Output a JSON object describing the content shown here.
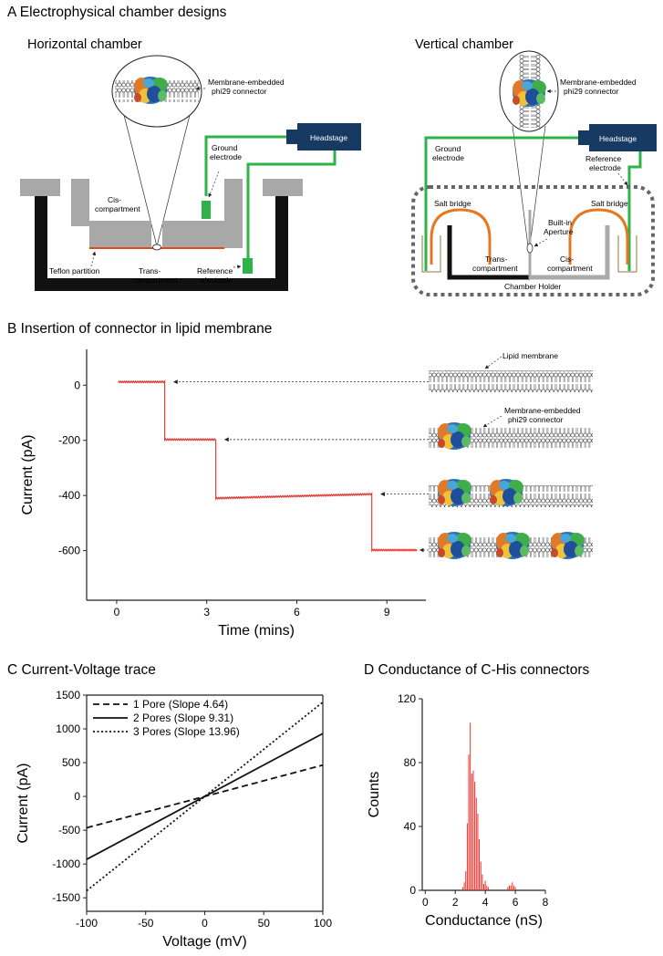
{
  "panelA": {
    "title": "A Electrophysical chamber designs",
    "horizontal": {
      "subtitle": "Horizontal chamber",
      "labels": {
        "membrane": [
          "Membrane-embedded",
          "phi29 connector"
        ],
        "headstage": "Headstage",
        "ground": [
          "Ground",
          "electrode"
        ],
        "cis": [
          "Cis-",
          "compartment"
        ],
        "teflon": "Teflon partition",
        "trans": [
          "Trans-",
          "compartment"
        ],
        "reference": [
          "Reference",
          "electrode"
        ]
      }
    },
    "vertical": {
      "subtitle": "Vertical chamber",
      "labels": {
        "membrane": [
          "Membrane-embedded",
          "phi29 connector"
        ],
        "headstage": "Headstage",
        "ground": [
          "Ground",
          "electrode"
        ],
        "reference": [
          "Reference",
          "electrode"
        ],
        "saltbridge_left": "Salt bridge",
        "saltbridge_right": "Salt bridge",
        "aperture": [
          "Built-in",
          "Aperture"
        ],
        "trans": [
          "Trans-",
          "compartment"
        ],
        "cis": [
          "Cis-",
          "compartment"
        ],
        "holder": "Chamber Holder"
      }
    },
    "colors": {
      "wire": "#2db34a",
      "headstage": "#173a63",
      "chamber": "#111111",
      "block": "#a8a8a8",
      "partition": "#e8461e",
      "saltbridge": "#e87722",
      "holder": "#666666"
    }
  },
  "chart_data": [
    {
      "type": "line",
      "panel_title": "B Insertion of connector in lipid membrane",
      "xlabel": "Time (mins)",
      "ylabel": "Current (pA)",
      "xlim": [
        -1,
        10.3
      ],
      "ylim": [
        -780,
        130
      ],
      "xticks": [
        0,
        3,
        6,
        9
      ],
      "yticks": [
        0,
        -200,
        -400,
        -600
      ],
      "series": [
        {
          "color": "#e8302a",
          "x": [
            0.05,
            1.6,
            1.6,
            3.3,
            3.3,
            8.5,
            8.5,
            10.0
          ],
          "y": [
            12,
            12,
            -197,
            -197,
            -410,
            -395,
            -598,
            -598
          ]
        }
      ],
      "annotations": {
        "lipid_membrane": "Lipid membrane",
        "connector": [
          "Membrane-embedded",
          "phi29 connector"
        ]
      },
      "grid": false
    },
    {
      "type": "line",
      "panel_title": "C Current-Voltage trace",
      "xlabel": "Voltage (mV)",
      "ylabel": "Current (pA)",
      "xlim": [
        -100,
        100
      ],
      "ylim": [
        -1700,
        1500
      ],
      "xticks": [
        -100,
        -50,
        0,
        50,
        100
      ],
      "yticks": [
        1500,
        1000,
        500,
        0,
        -500,
        -1000,
        -1500
      ],
      "legend_position": "top-left",
      "series": [
        {
          "name": "1 Pore  (Slope 4.64)",
          "style": "dashed",
          "x": [
            -100,
            100
          ],
          "y": [
            -464,
            464
          ]
        },
        {
          "name": "2 Pores (Slope 9.31)",
          "style": "solid",
          "x": [
            -100,
            100
          ],
          "y": [
            -931,
            931
          ]
        },
        {
          "name": "3 Pores (Slope 13.96)",
          "style": "dotted",
          "x": [
            -100,
            100
          ],
          "y": [
            -1396,
            1396
          ]
        }
      ],
      "grid": false
    },
    {
      "type": "bar",
      "panel_title": "D Conductance of C-His connectors",
      "xlabel": "Conductance (nS)",
      "ylabel": "Counts",
      "xlim": [
        -0.2,
        8
      ],
      "ylim": [
        0,
        120
      ],
      "xticks": [
        0,
        2,
        4,
        6,
        8
      ],
      "yticks": [
        0,
        40,
        80,
        120
      ],
      "bar_color": "#e8302a",
      "bin_centers": [
        2.5,
        2.6,
        2.7,
        2.8,
        2.9,
        3.0,
        3.1,
        3.2,
        3.3,
        3.4,
        3.5,
        3.6,
        3.7,
        3.8,
        3.9,
        4.0,
        4.1,
        4.2,
        5.5,
        5.6,
        5.7,
        5.8,
        5.9,
        6.0
      ],
      "counts": [
        2,
        5,
        12,
        42,
        85,
        105,
        73,
        75,
        68,
        58,
        48,
        32,
        18,
        10,
        4,
        6,
        3,
        2,
        2,
        3,
        3,
        5,
        3,
        2
      ],
      "grid": false
    }
  ]
}
